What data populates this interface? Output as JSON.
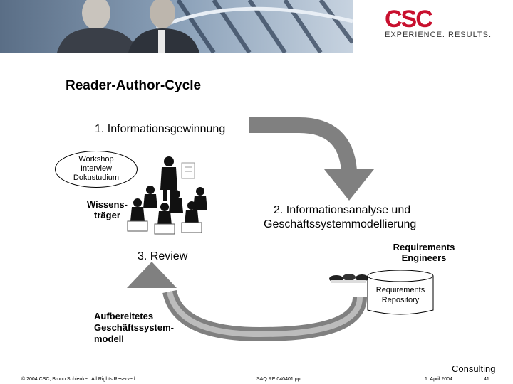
{
  "logo": {
    "mark": "CSC",
    "tagline": "EXPERIENCE. RESULTS."
  },
  "title": "Reader-Author-Cycle",
  "steps": {
    "one": "1. Informationsgewinnung",
    "two_line1": "2. Informationsanalyse und",
    "two_line2": "Geschäftssystemmodellierung",
    "three": "3. Review"
  },
  "ellipse": {
    "line1": "Workshop",
    "line2": "Interview",
    "line3": "Dokustudium"
  },
  "wissens": {
    "line1": "Wissens-",
    "line2": "träger"
  },
  "engineers": {
    "line1": "Requirements",
    "line2": "Engineers"
  },
  "repository": {
    "line1": "Requirements",
    "line2": "Repository"
  },
  "model": {
    "line1": "Aufbereitetes",
    "line2": "Geschäftssystem-",
    "line3": "modell"
  },
  "consulting": "Consulting",
  "footer": {
    "copyright": "© 2004 CSC, Bruno Schienker. All Rights Reserved.",
    "file": "SAQ RE 040401.ppt",
    "date": "1. April 2004",
    "page": "41"
  }
}
